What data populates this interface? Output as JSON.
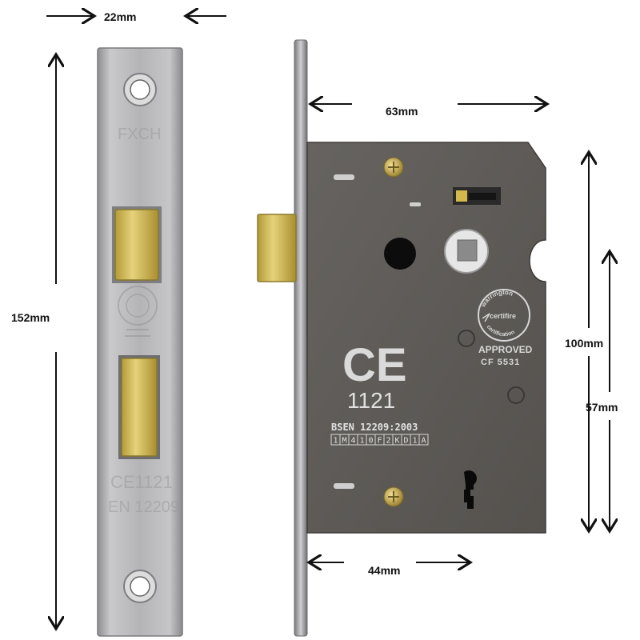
{
  "dimensions": {
    "faceplate_width": "22mm",
    "faceplate_height": "152mm",
    "backset": "63mm",
    "case_height": "100mm",
    "centres": "57mm",
    "keyhole_backset": "44mm"
  },
  "case_markings": {
    "ce_mark": "CE",
    "notified_body": "1121",
    "standard": "BSEN 12209:2003",
    "classification": [
      "1",
      "M",
      "4",
      "1",
      "0",
      "F",
      "2",
      "K",
      "D",
      "1",
      "A"
    ],
    "approved": "APPROVED",
    "certificate": "CF 5531",
    "seal_top": "warrington",
    "seal_mid": "certifire",
    "seal_bottom": "certification"
  },
  "faceplate_markings": {
    "brand": "FXCH",
    "ce_line": "CE1121",
    "en_line": "EN 12209"
  },
  "colors": {
    "case": "#5e5b57",
    "faceplate": "#b8b8ba",
    "brass": "#d8bf5a",
    "background": "#ffffff"
  }
}
